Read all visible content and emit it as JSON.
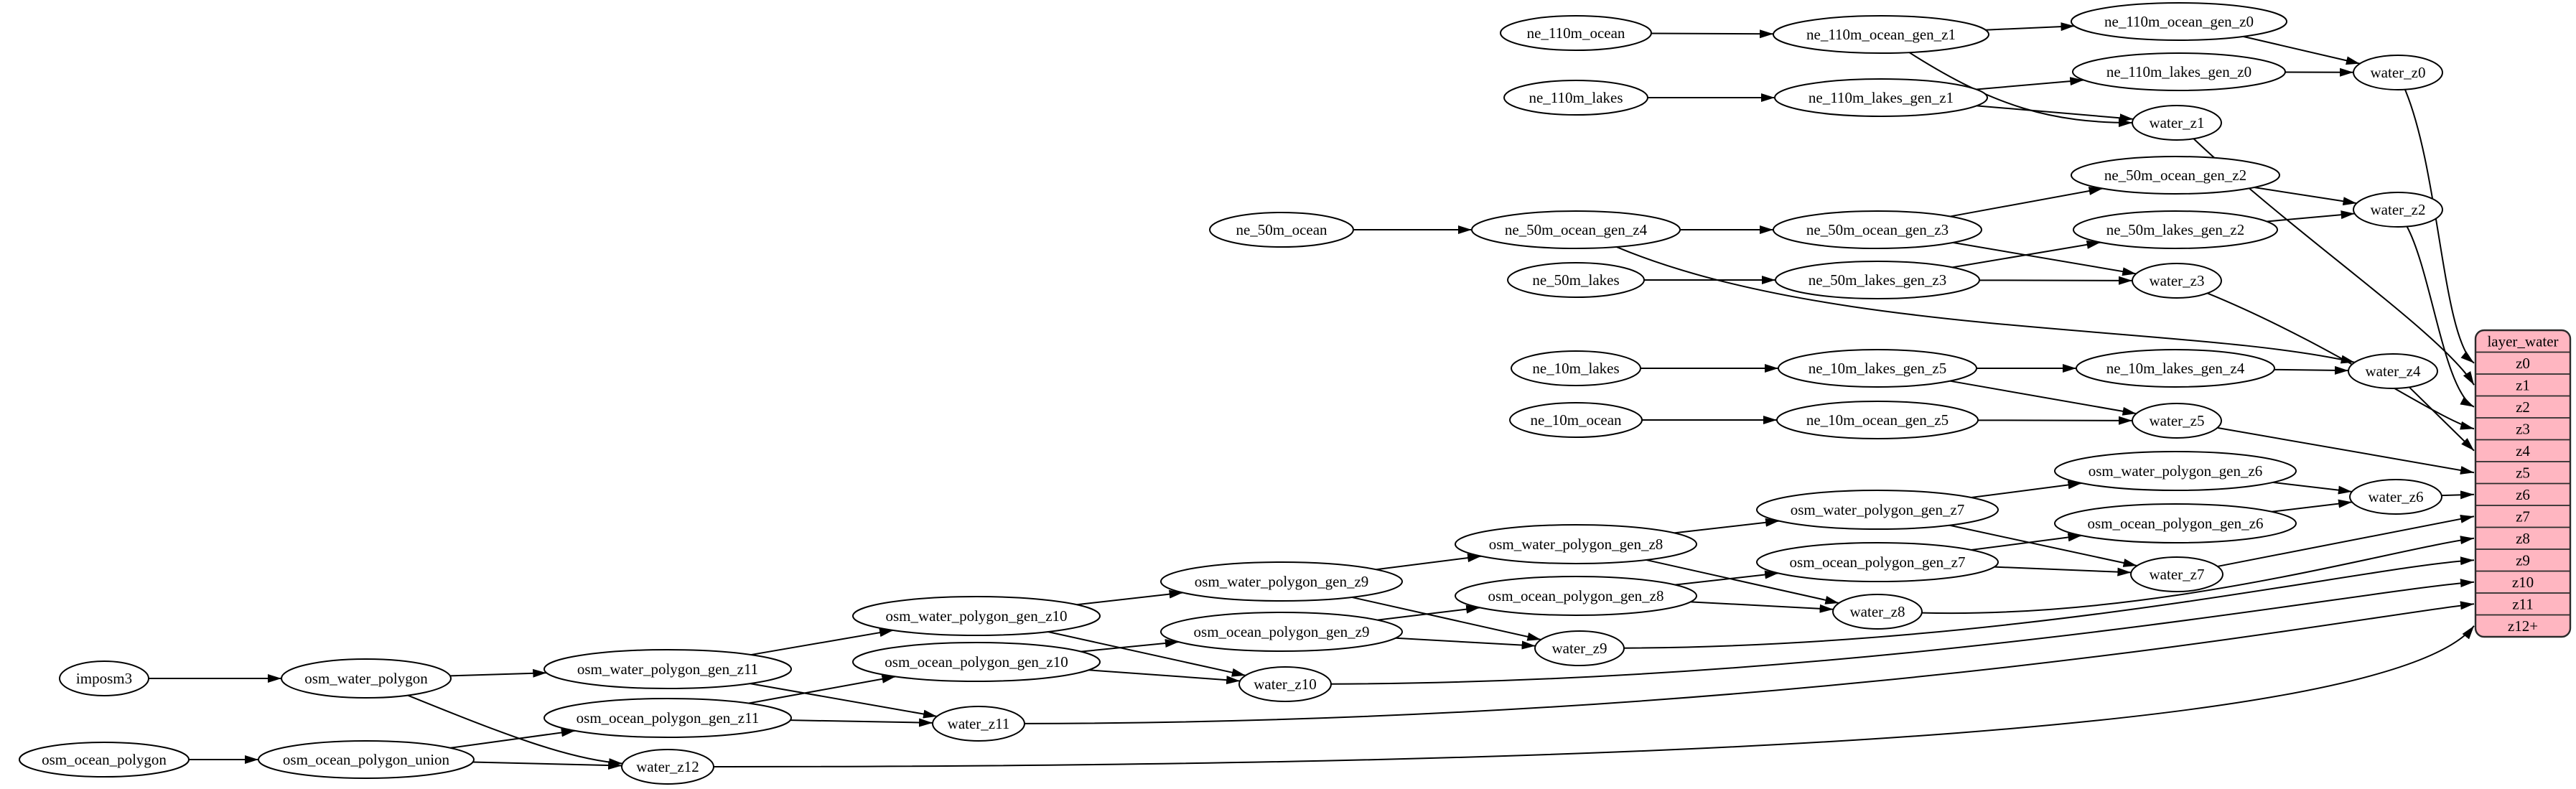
{
  "page": {
    "background": "#ffffff"
  },
  "diagram": {
    "type": "dependency-graph",
    "node_fill": "#ffffff",
    "node_stroke": "#000000",
    "edge_color": "#000000",
    "nodes": [
      {
        "id": "ne_110m_ocean",
        "label": "ne_110m_ocean"
      },
      {
        "id": "ne_110m_ocean_gen_z1",
        "label": "ne_110m_ocean_gen_z1"
      },
      {
        "id": "ne_110m_ocean_gen_z0",
        "label": "ne_110m_ocean_gen_z0"
      },
      {
        "id": "ne_110m_lakes",
        "label": "ne_110m_lakes"
      },
      {
        "id": "ne_110m_lakes_gen_z1",
        "label": "ne_110m_lakes_gen_z1"
      },
      {
        "id": "ne_110m_lakes_gen_z0",
        "label": "ne_110m_lakes_gen_z0"
      },
      {
        "id": "water_z0",
        "label": "water_z0"
      },
      {
        "id": "water_z1",
        "label": "water_z1"
      },
      {
        "id": "ne_50m_ocean",
        "label": "ne_50m_ocean"
      },
      {
        "id": "ne_50m_ocean_gen_z4",
        "label": "ne_50m_ocean_gen_z4"
      },
      {
        "id": "ne_50m_ocean_gen_z3",
        "label": "ne_50m_ocean_gen_z3"
      },
      {
        "id": "ne_50m_ocean_gen_z2",
        "label": "ne_50m_ocean_gen_z2"
      },
      {
        "id": "ne_50m_lakes_gen_z2",
        "label": "ne_50m_lakes_gen_z2"
      },
      {
        "id": "ne_50m_lakes",
        "label": "ne_50m_lakes"
      },
      {
        "id": "ne_50m_lakes_gen_z3",
        "label": "ne_50m_lakes_gen_z3"
      },
      {
        "id": "water_z3",
        "label": "water_z3"
      },
      {
        "id": "water_z2",
        "label": "water_z2"
      },
      {
        "id": "ne_10m_lakes",
        "label": "ne_10m_lakes"
      },
      {
        "id": "ne_10m_lakes_gen_z5",
        "label": "ne_10m_lakes_gen_z5"
      },
      {
        "id": "ne_10m_lakes_gen_z4",
        "label": "ne_10m_lakes_gen_z4"
      },
      {
        "id": "water_z4",
        "label": "water_z4"
      },
      {
        "id": "ne_10m_ocean",
        "label": "ne_10m_ocean"
      },
      {
        "id": "ne_10m_ocean_gen_z5",
        "label": "ne_10m_ocean_gen_z5"
      },
      {
        "id": "water_z5",
        "label": "water_z5"
      },
      {
        "id": "osm_water_polygon_gen_z6",
        "label": "osm_water_polygon_gen_z6"
      },
      {
        "id": "water_z6",
        "label": "water_z6"
      },
      {
        "id": "osm_water_polygon_gen_z7",
        "label": "osm_water_polygon_gen_z7"
      },
      {
        "id": "osm_ocean_polygon_gen_z6",
        "label": "osm_ocean_polygon_gen_z6"
      },
      {
        "id": "osm_water_polygon_gen_z8",
        "label": "osm_water_polygon_gen_z8"
      },
      {
        "id": "osm_ocean_polygon_gen_z7",
        "label": "osm_ocean_polygon_gen_z7"
      },
      {
        "id": "water_z7",
        "label": "water_z7"
      },
      {
        "id": "osm_water_polygon_gen_z9",
        "label": "osm_water_polygon_gen_z9"
      },
      {
        "id": "osm_ocean_polygon_gen_z8",
        "label": "osm_ocean_polygon_gen_z8"
      },
      {
        "id": "water_z8",
        "label": "water_z8"
      },
      {
        "id": "osm_water_polygon_gen_z10",
        "label": "osm_water_polygon_gen_z10"
      },
      {
        "id": "osm_ocean_polygon_gen_z9",
        "label": "osm_ocean_polygon_gen_z9"
      },
      {
        "id": "water_z9",
        "label": "water_z9"
      },
      {
        "id": "osm_ocean_polygon_gen_z10",
        "label": "osm_ocean_polygon_gen_z10"
      },
      {
        "id": "water_z10",
        "label": "water_z10"
      },
      {
        "id": "osm_water_polygon_gen_z11",
        "label": "osm_water_polygon_gen_z11"
      },
      {
        "id": "imposm3",
        "label": "imposm3"
      },
      {
        "id": "osm_water_polygon",
        "label": "osm_water_polygon"
      },
      {
        "id": "osm_ocean_polygon_gen_z11",
        "label": "osm_ocean_polygon_gen_z11"
      },
      {
        "id": "water_z11",
        "label": "water_z11"
      },
      {
        "id": "osm_ocean_polygon",
        "label": "osm_ocean_polygon"
      },
      {
        "id": "osm_ocean_polygon_union",
        "label": "osm_ocean_polygon_union"
      },
      {
        "id": "water_z12",
        "label": "water_z12"
      }
    ],
    "edges": [
      [
        "ne_110m_ocean",
        "ne_110m_ocean_gen_z1"
      ],
      [
        "ne_110m_ocean_gen_z1",
        "ne_110m_ocean_gen_z0"
      ],
      [
        "ne_110m_ocean_gen_z1",
        "water_z1"
      ],
      [
        "ne_110m_ocean_gen_z0",
        "water_z0"
      ],
      [
        "ne_110m_lakes",
        "ne_110m_lakes_gen_z1"
      ],
      [
        "ne_110m_lakes_gen_z1",
        "ne_110m_lakes_gen_z0"
      ],
      [
        "ne_110m_lakes_gen_z1",
        "water_z1"
      ],
      [
        "ne_110m_lakes_gen_z0",
        "water_z0"
      ],
      [
        "water_z0",
        "layer_water:z0"
      ],
      [
        "water_z1",
        "layer_water:z1"
      ],
      [
        "ne_50m_ocean",
        "ne_50m_ocean_gen_z4"
      ],
      [
        "ne_50m_ocean_gen_z4",
        "ne_50m_ocean_gen_z3"
      ],
      [
        "ne_50m_ocean_gen_z4",
        "water_z4"
      ],
      [
        "ne_50m_ocean_gen_z3",
        "ne_50m_ocean_gen_z2"
      ],
      [
        "ne_50m_ocean_gen_z3",
        "water_z3"
      ],
      [
        "ne_50m_ocean_gen_z2",
        "water_z2"
      ],
      [
        "ne_50m_lakes",
        "ne_50m_lakes_gen_z3"
      ],
      [
        "ne_50m_lakes_gen_z3",
        "ne_50m_lakes_gen_z2"
      ],
      [
        "ne_50m_lakes_gen_z3",
        "water_z3"
      ],
      [
        "ne_50m_lakes_gen_z2",
        "water_z2"
      ],
      [
        "water_z2",
        "layer_water:z2"
      ],
      [
        "water_z3",
        "layer_water:z3"
      ],
      [
        "ne_10m_lakes",
        "ne_10m_lakes_gen_z5"
      ],
      [
        "ne_10m_lakes_gen_z5",
        "ne_10m_lakes_gen_z4"
      ],
      [
        "ne_10m_lakes_gen_z5",
        "water_z5"
      ],
      [
        "ne_10m_lakes_gen_z4",
        "water_z4"
      ],
      [
        "water_z4",
        "layer_water:z4"
      ],
      [
        "ne_10m_ocean",
        "ne_10m_ocean_gen_z5"
      ],
      [
        "ne_10m_ocean_gen_z5",
        "water_z5"
      ],
      [
        "water_z5",
        "layer_water:z5"
      ],
      [
        "imposm3",
        "osm_water_polygon"
      ],
      [
        "osm_water_polygon",
        "osm_water_polygon_gen_z11"
      ],
      [
        "osm_water_polygon",
        "water_z12"
      ],
      [
        "osm_water_polygon_gen_z11",
        "osm_water_polygon_gen_z10"
      ],
      [
        "osm_water_polygon_gen_z11",
        "water_z11"
      ],
      [
        "osm_water_polygon_gen_z10",
        "osm_water_polygon_gen_z9"
      ],
      [
        "osm_water_polygon_gen_z10",
        "water_z10"
      ],
      [
        "osm_water_polygon_gen_z9",
        "osm_water_polygon_gen_z8"
      ],
      [
        "osm_water_polygon_gen_z9",
        "water_z9"
      ],
      [
        "osm_water_polygon_gen_z8",
        "osm_water_polygon_gen_z7"
      ],
      [
        "osm_water_polygon_gen_z8",
        "water_z8"
      ],
      [
        "osm_water_polygon_gen_z7",
        "osm_water_polygon_gen_z6"
      ],
      [
        "osm_water_polygon_gen_z7",
        "water_z7"
      ],
      [
        "osm_water_polygon_gen_z6",
        "water_z6"
      ],
      [
        "osm_ocean_polygon",
        "osm_ocean_polygon_union"
      ],
      [
        "osm_ocean_polygon_union",
        "osm_ocean_polygon_gen_z11"
      ],
      [
        "osm_ocean_polygon_union",
        "water_z12"
      ],
      [
        "osm_ocean_polygon_gen_z11",
        "osm_ocean_polygon_gen_z10"
      ],
      [
        "osm_ocean_polygon_gen_z11",
        "water_z11"
      ],
      [
        "osm_ocean_polygon_gen_z10",
        "osm_ocean_polygon_gen_z9"
      ],
      [
        "osm_ocean_polygon_gen_z10",
        "water_z10"
      ],
      [
        "osm_ocean_polygon_gen_z9",
        "osm_ocean_polygon_gen_z8"
      ],
      [
        "osm_ocean_polygon_gen_z9",
        "water_z9"
      ],
      [
        "osm_ocean_polygon_gen_z8",
        "osm_ocean_polygon_gen_z7"
      ],
      [
        "osm_ocean_polygon_gen_z8",
        "water_z8"
      ],
      [
        "osm_ocean_polygon_gen_z7",
        "osm_ocean_polygon_gen_z6"
      ],
      [
        "osm_ocean_polygon_gen_z7",
        "water_z7"
      ],
      [
        "osm_ocean_polygon_gen_z6",
        "water_z6"
      ],
      [
        "water_z6",
        "layer_water:z6"
      ],
      [
        "water_z7",
        "layer_water:z7"
      ],
      [
        "water_z8",
        "layer_water:z8"
      ],
      [
        "water_z9",
        "layer_water:z9"
      ],
      [
        "water_z10",
        "layer_water:z10"
      ],
      [
        "water_z11",
        "layer_water:z11"
      ],
      [
        "water_z12",
        "layer_water:z12+"
      ]
    ]
  },
  "table": {
    "title": "layer_water",
    "rows": [
      "z0",
      "z1",
      "z2",
      "z3",
      "z4",
      "z5",
      "z6",
      "z7",
      "z8",
      "z9",
      "z10",
      "z11",
      "z12+"
    ],
    "fill": "#ffb6c1",
    "stroke": "#2a2a2a",
    "text_color": "#000000"
  }
}
